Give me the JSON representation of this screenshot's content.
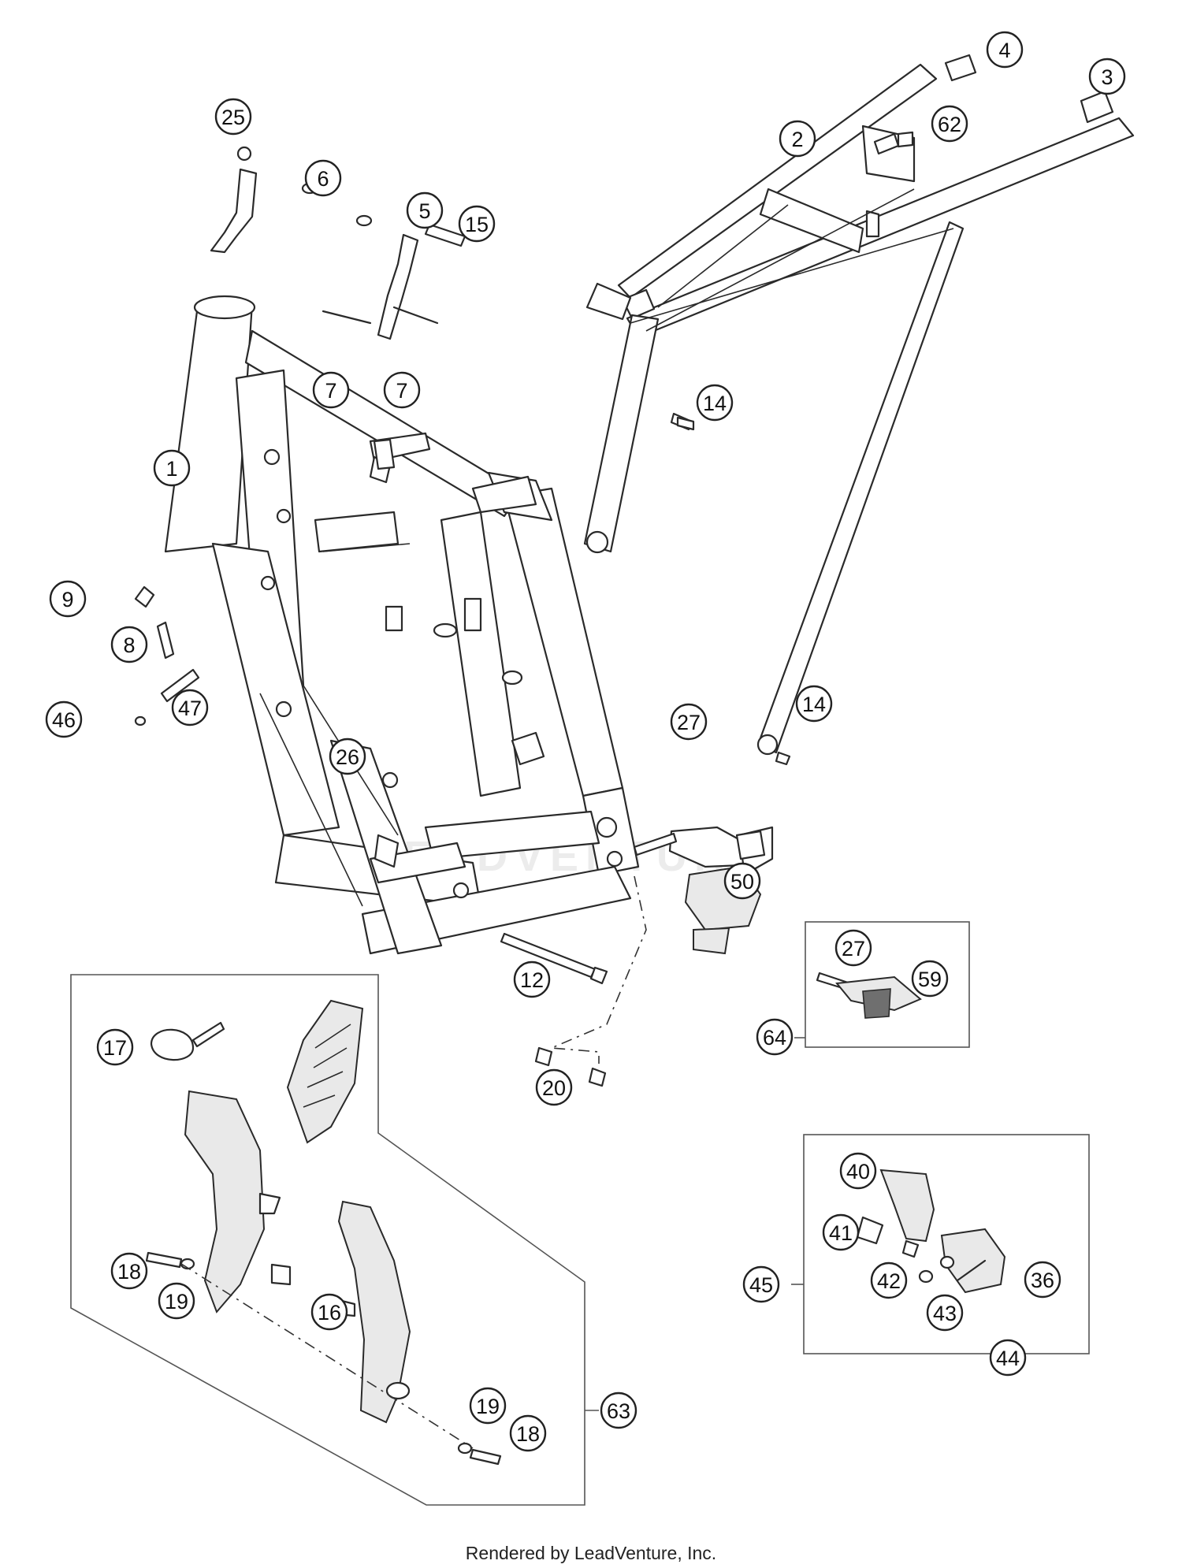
{
  "footer_text": "Rendered by LeadVenture, Inc.",
  "watermark_text": "LEADVENTURE",
  "callouts": [
    {
      "label": "1"
    },
    {
      "label": "2"
    },
    {
      "label": "3"
    },
    {
      "label": "4"
    },
    {
      "label": "25"
    },
    {
      "label": "62"
    },
    {
      "label": "6"
    },
    {
      "label": "5"
    },
    {
      "label": "15"
    },
    {
      "label": "7"
    },
    {
      "label": "7"
    },
    {
      "label": "14"
    },
    {
      "label": "9"
    },
    {
      "label": "8"
    },
    {
      "label": "47"
    },
    {
      "label": "46"
    },
    {
      "label": "14"
    },
    {
      "label": "27"
    },
    {
      "label": "26"
    },
    {
      "label": "50"
    },
    {
      "label": "27"
    },
    {
      "label": "59"
    },
    {
      "label": "12"
    },
    {
      "label": "64"
    },
    {
      "label": "17"
    },
    {
      "label": "20"
    },
    {
      "label": "40"
    },
    {
      "label": "41"
    },
    {
      "label": "18"
    },
    {
      "label": "19"
    },
    {
      "label": "16"
    },
    {
      "label": "42"
    },
    {
      "label": "36"
    },
    {
      "label": "43"
    },
    {
      "label": "45"
    },
    {
      "label": "44"
    },
    {
      "label": "19"
    },
    {
      "label": "63"
    },
    {
      "label": "18"
    }
  ]
}
